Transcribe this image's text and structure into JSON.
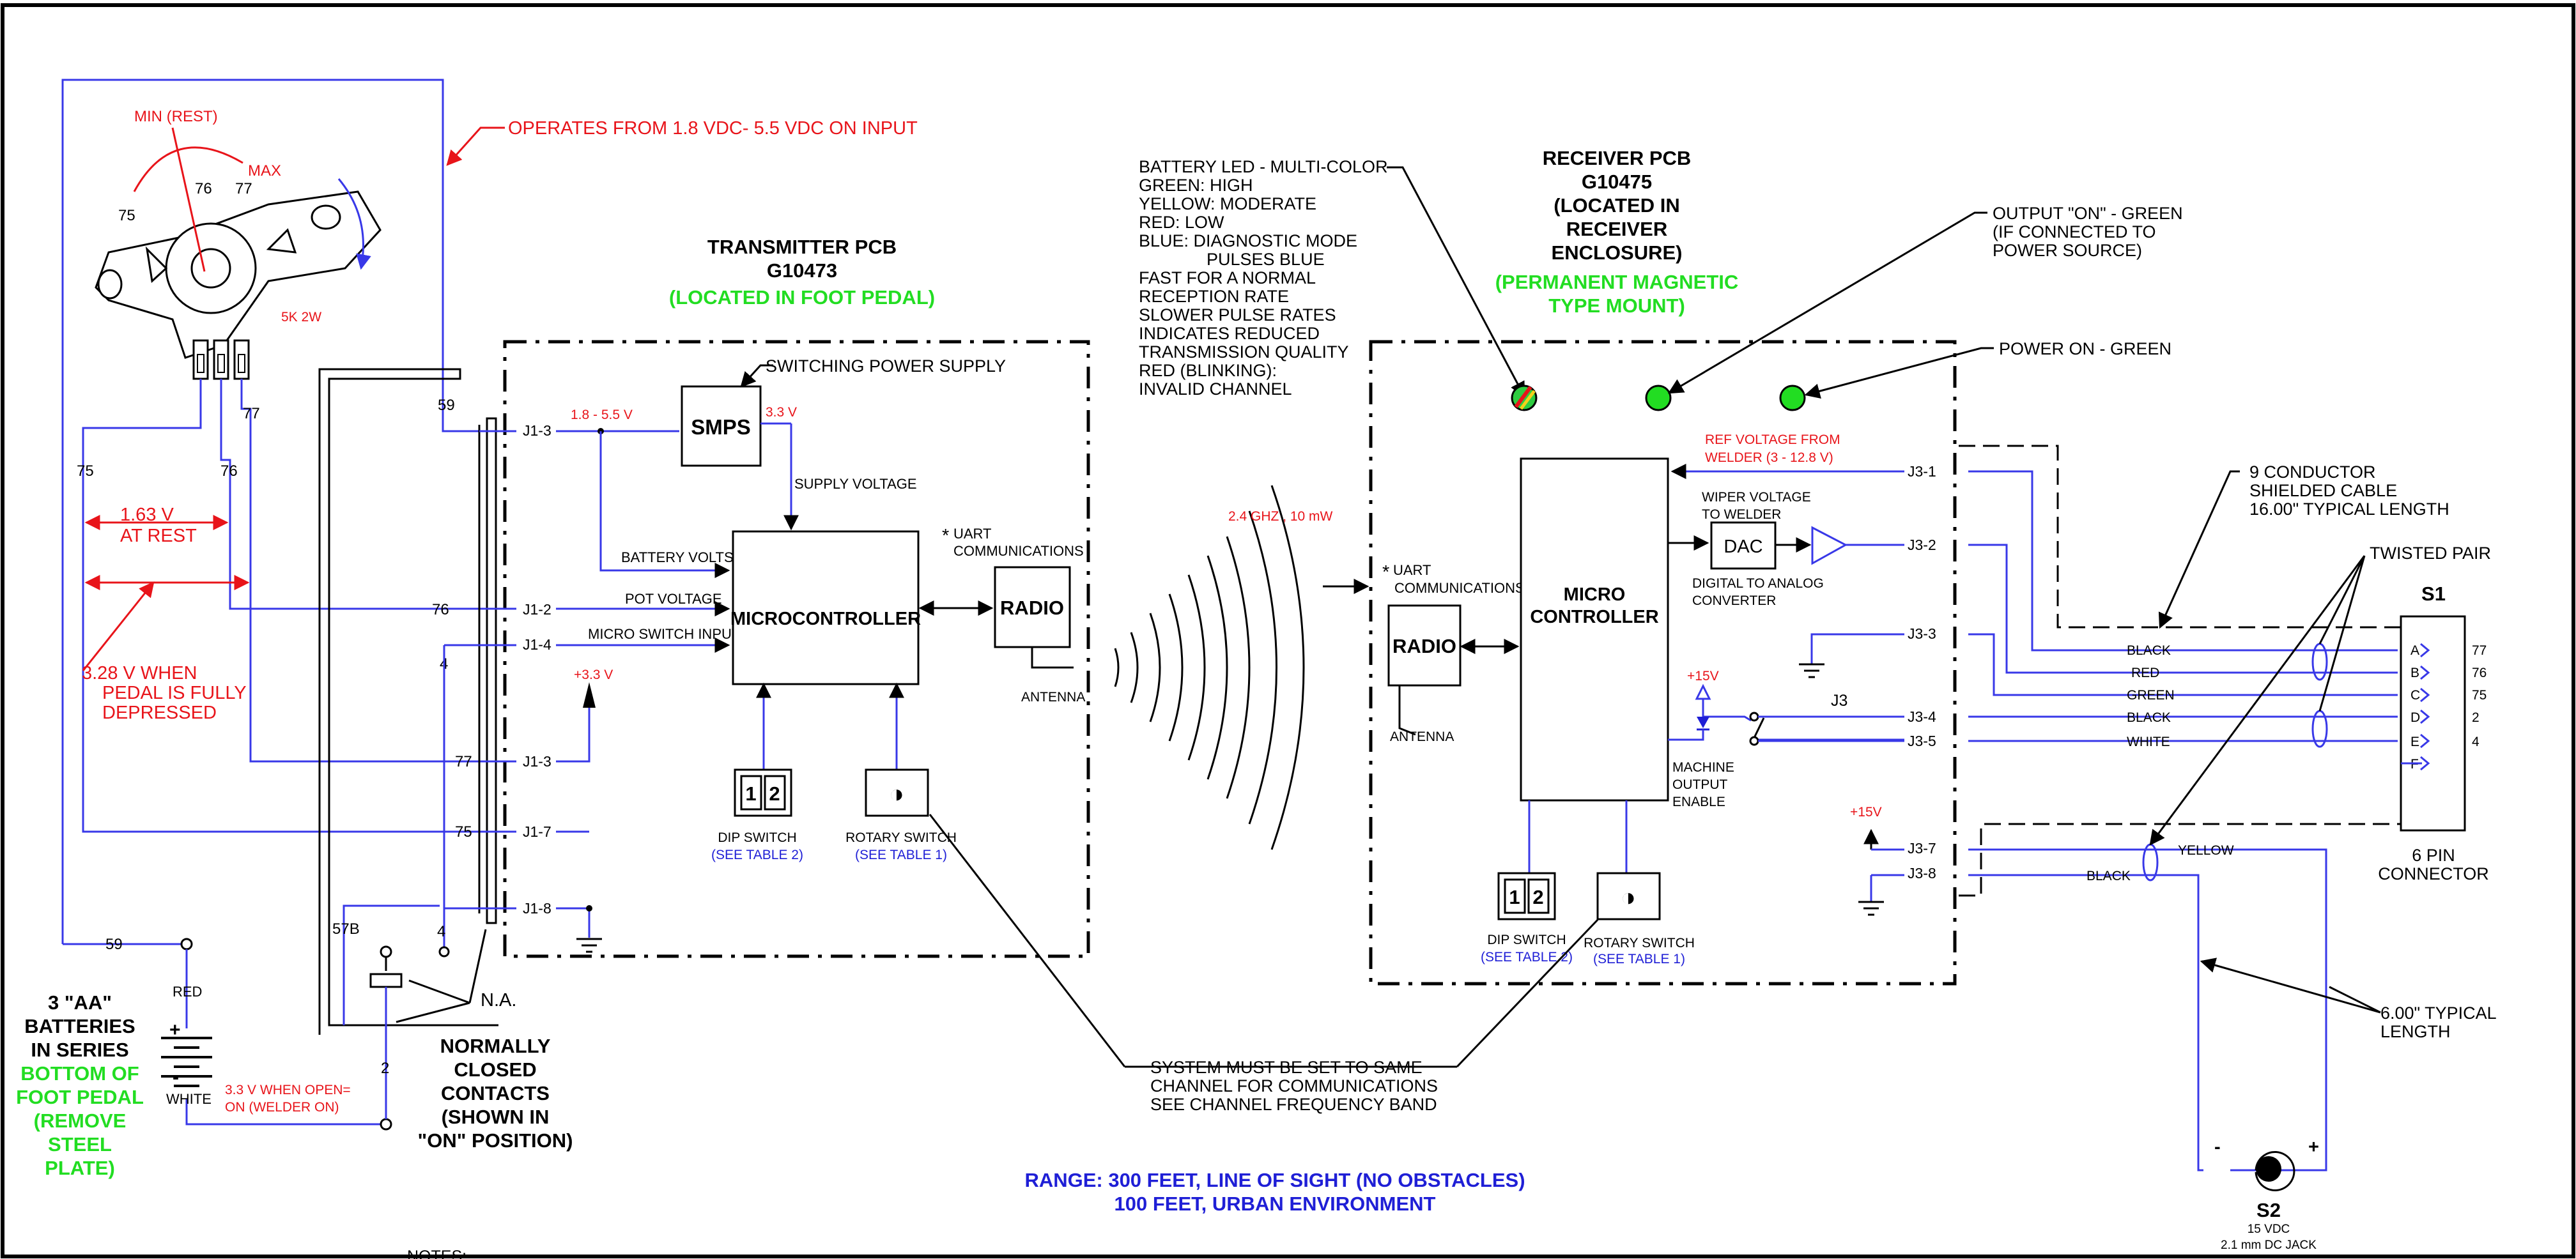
{
  "transmitter": {
    "title": "TRANSMITTER PCB",
    "part": "G10473",
    "location": "(LOCATED IN FOOT PEDAL)",
    "smps": "SMPS",
    "smps_callout": "SWITCHING POWER SUPPLY",
    "in_voltage": "1.8 - 5.5 V",
    "out_voltage": "3.3 V",
    "supply_voltage": "SUPPLY VOLTAGE",
    "battery_volts": "BATTERY VOLTS",
    "pot_voltage": "POT VOLTAGE",
    "micro_switch_input": "MICRO SWITCH INPUT",
    "mcu": "MICROCONTROLLER",
    "uart_star": "*",
    "uart": "UART",
    "communications": "COMMUNICATIONS",
    "radio": "RADIO",
    "antenna": "ANTENNA",
    "plus33": "+3.3 V",
    "dip_1": "1",
    "dip_2": "2",
    "dip_label": "DIP SWITCH",
    "dip_table": "(SEE TABLE 2)",
    "rotary_label": "ROTARY SWITCH",
    "rotary_table": "(SEE TABLE 1)",
    "rotary_symbol": "◑",
    "j_13a": "J1-3",
    "j_12": "J1-2",
    "j_14": "J1-4",
    "j_13b": "J1-3",
    "j_17": "J1-7",
    "j_18": "J1-8"
  },
  "pedal": {
    "min_rest": "MIN (REST)",
    "max": "MAX",
    "pot_75": "75",
    "pot_76": "76",
    "pot_77": "77",
    "resistor": "5K 2W",
    "operates": "OPERATES FROM 1.8  VDC- 5.5 VDC ON INPUT",
    "w59": "59",
    "w75": "75",
    "w76": "76",
    "w77": "77",
    "v_rest": "1.63 V",
    "v_rest2": "AT REST",
    "v_pressed1": "3.28 V  WHEN",
    "v_pressed2": "PEDAL IS FULLY",
    "v_pressed3": "DEPRESSED",
    "w76b": "76",
    "w4": "4",
    "w77b": "77",
    "w75b": "75",
    "w59b": "59",
    "w57b": "57B",
    "w4b": "4",
    "w2": "2",
    "na": "N.A.",
    "red": "RED",
    "white": "WHITE",
    "plus": "+",
    "minus": "-",
    "open_on1": "3.3 V WHEN OPEN=",
    "open_on2": "ON (WELDER ON)",
    "bat1": "3 \"AA\"",
    "bat2": "BATTERIES",
    "bat3": "IN SERIES",
    "bat4": "BOTTOM OF",
    "bat5": "FOOT PEDAL",
    "bat6": "(REMOVE",
    "bat7": "STEEL",
    "bat8": "PLATE)",
    "nc1": "NORMALLY",
    "nc2": "CLOSED",
    "nc3": "CONTACTS",
    "nc4": "(SHOWN IN",
    "nc5": "\"ON\" POSITION)"
  },
  "rf": {
    "band": "2.4 GHZ , 10 mW"
  },
  "led_legend": {
    "l1": "BATTERY LED - MULTI-COLOR",
    "l2": "GREEN: HIGH",
    "l3": "YELLOW: MODERATE",
    "l4": "RED: LOW",
    "l5": "BLUE: DIAGNOSTIC MODE",
    "l6": "PULSES BLUE",
    "l7": "FAST FOR A NORMAL",
    "l8": "RECEPTION RATE",
    "l9": "SLOWER PULSE RATES",
    "l10": "INDICATES REDUCED",
    "l11": "TRANSMISSION QUALITY",
    "l12": "RED (BLINKING):",
    "l13": "INVALID CHANNEL"
  },
  "receiver": {
    "title": "RECEIVER PCB",
    "part": "G10475",
    "loc1": "(LOCATED IN",
    "loc2": "RECEIVER",
    "loc3": "ENCLOSURE)",
    "mount1": "(PERMANENT MAGNETIC",
    "mount2": "TYPE MOUNT)",
    "output_on1": "OUTPUT \"ON\" - GREEN",
    "output_on2": "(IF CONNECTED TO",
    "output_on3": "POWER SOURCE)",
    "power_on": "POWER ON - GREEN",
    "ref_v1": "REF VOLTAGE FROM",
    "ref_v2": "WELDER (3 - 12.8 V)",
    "wiper1": "WIPER VOLTAGE",
    "wiper2": "TO WELDER",
    "dac": "DAC",
    "dac_desc1": "DIGITAL TO ANALOG",
    "dac_desc2": "CONVERTER",
    "mcu1": "MICRO",
    "mcu2": "CONTROLLER",
    "radio": "RADIO",
    "antenna": "ANTENNA",
    "uart_star": "*",
    "uart": "UART",
    "communications": "COMMUNICATIONS",
    "plus15": "+15V",
    "plus15b": "+15V",
    "j3": "J3",
    "machine1": "MACHINE",
    "machine2": "OUTPUT",
    "machine3": "ENABLE",
    "dip_1": "1",
    "dip_2": "2",
    "dip_label": "DIP SWITCH",
    "dip_table": "(SEE TABLE 2)",
    "rotary_label": "ROTARY SWITCH",
    "rotary_table": "(SEE TABLE 1)",
    "rotary_symbol": "◑",
    "j31": "J3-1",
    "j32": "J3-2",
    "j33": "J3-3",
    "j34": "J3-4",
    "j35": "J3-5",
    "j37": "J3-7",
    "j38": "J3-8"
  },
  "cable": {
    "c1": "9 CONDUCTOR",
    "c2": "SHIELDED CABLE",
    "c3": "16.00\" TYPICAL LENGTH",
    "twisted": "TWISTED PAIR",
    "s1": "S1",
    "black1": "BLACK",
    "red": "RED",
    "green": "GREEN",
    "black2": "BLACK",
    "white": "WHITE",
    "yellow": "YELLOW",
    "black3": "BLACK",
    "pA": "A",
    "pB": "B",
    "pC": "C",
    "pD": "D",
    "pE": "E",
    "pF": "F",
    "n77": "77",
    "n76": "76",
    "n75": "75",
    "n2": "2",
    "n4": "4",
    "conn1": "6 PIN",
    "conn2": "CONNECTOR",
    "len1": "6.00\" TYPICAL",
    "len2": "LENGTH",
    "s2": "S2",
    "s2_v": "15 VDC",
    "s2_jack": "2.1 mm DC JACK",
    "minus": "-",
    "plus": "+"
  },
  "notes": {
    "channel1": "SYSTEM MUST BE SET TO SAME",
    "channel2": "CHANNEL FOR COMMUNICATIONS",
    "channel3": "SEE CHANNEL FREQUENCY BAND",
    "range1": "RANGE: 300 FEET, LINE OF SIGHT (NO OBSTACLES)",
    "range2": "100 FEET, URBAN ENVIRONMENT",
    "notes_label": "NOTES:"
  }
}
